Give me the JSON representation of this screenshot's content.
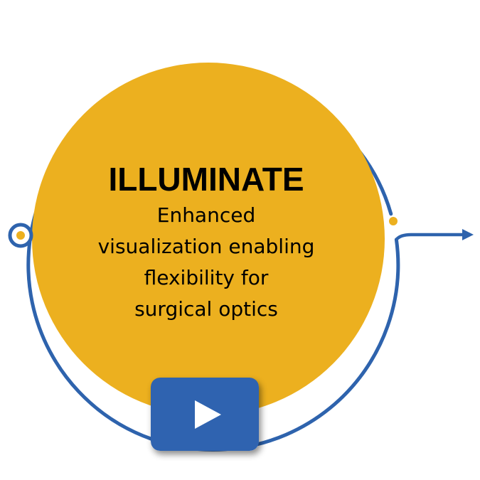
{
  "card": {
    "title": "ILLUMINATE",
    "subtitle_lines": [
      "Enhanced",
      "visualization enabling",
      "flexibility for",
      "surgical optics"
    ]
  },
  "play_button": {
    "icon": "play-icon"
  },
  "colors": {
    "circle_fill": "#ECB01F",
    "ring_stroke": "#2E63AD",
    "button_fill": "#2F63B0",
    "text": "#000000",
    "background": "#FFFFFF"
  },
  "icons": {
    "arrow": "arrow-right-icon",
    "left_node": "ring-node-icon",
    "right_node": "dot-icon"
  }
}
